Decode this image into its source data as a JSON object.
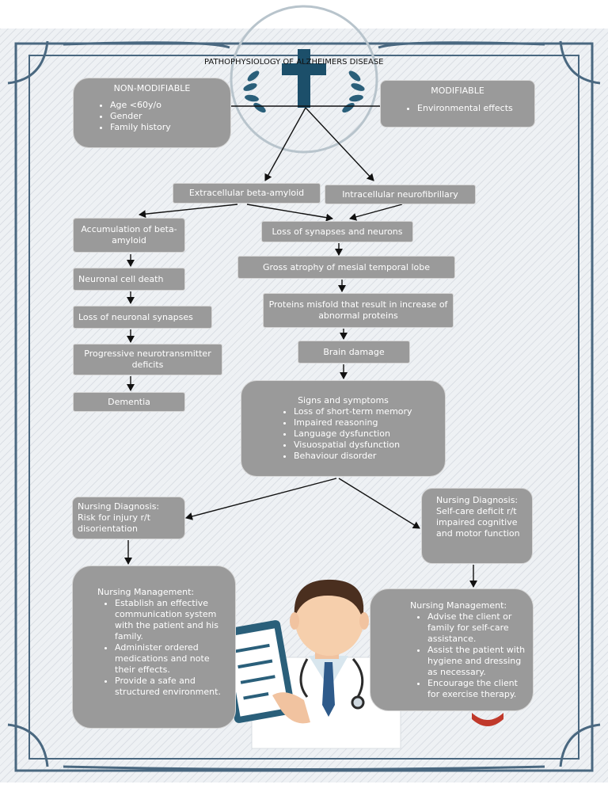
{
  "title": "PATHOPHYSIOLOGY OF ALZHEIMERS DISEASE",
  "colors": {
    "box": "#9a9a9a",
    "frame": "#4a6880",
    "emblem": "#1c4f6a",
    "background": "#eef1f4"
  },
  "nonmodifiable": {
    "heading": "NON-MODIFIABLE",
    "items": [
      "Age <60y/o",
      "Gender",
      "Family history"
    ]
  },
  "modifiable": {
    "heading": "MODIFIABLE",
    "items": [
      "Environmental effects"
    ]
  },
  "extracellular": "Extracellular beta-amyloid",
  "intracellular": "Intracellular neurofibrillary",
  "left_chain": [
    "Accumulation of beta-amyloid",
    "Neuronal cell death",
    "Loss of neuronal synapses",
    "Progressive neurotransmitter deficits",
    "Dementia"
  ],
  "right_chain": [
    "Loss of synapses and neurons",
    "Gross atrophy of mesial temporal lobe",
    "Proteins misfold that result in increase of abnormal proteins",
    "Brain damage"
  ],
  "signs": {
    "heading": "Signs and symptoms",
    "items": [
      "Loss of short-term memory",
      "Impaired reasoning",
      "Language dysfunction",
      "Visuospatial dysfunction",
      "Behaviour disorder"
    ]
  },
  "diagnosis_left": "Nursing Diagnosis: Risk for injury r/t disorientation",
  "diagnosis_right": "Nursing Diagnosis: Self-care deficit r/t impaired cognitive and motor function",
  "mgmt_left": {
    "heading": "Nursing Management:",
    "items": [
      "Establish an effective communication system with the patient and his family.",
      "Administer ordered medications and note their effects.",
      "Provide a safe and structured environment."
    ]
  },
  "mgmt_right": {
    "heading": "Nursing Management:",
    "items": [
      "Advise the client or family for self-care assistance.",
      "Assist the patient with hygiene and dressing as necessary.",
      "Encourage the client for exercise therapy."
    ]
  },
  "icons": [
    "cross-emblem-icon",
    "laurel-wreath-icon",
    "doctor-illustration",
    "clipboard-icon",
    "stethoscope-icon"
  ]
}
